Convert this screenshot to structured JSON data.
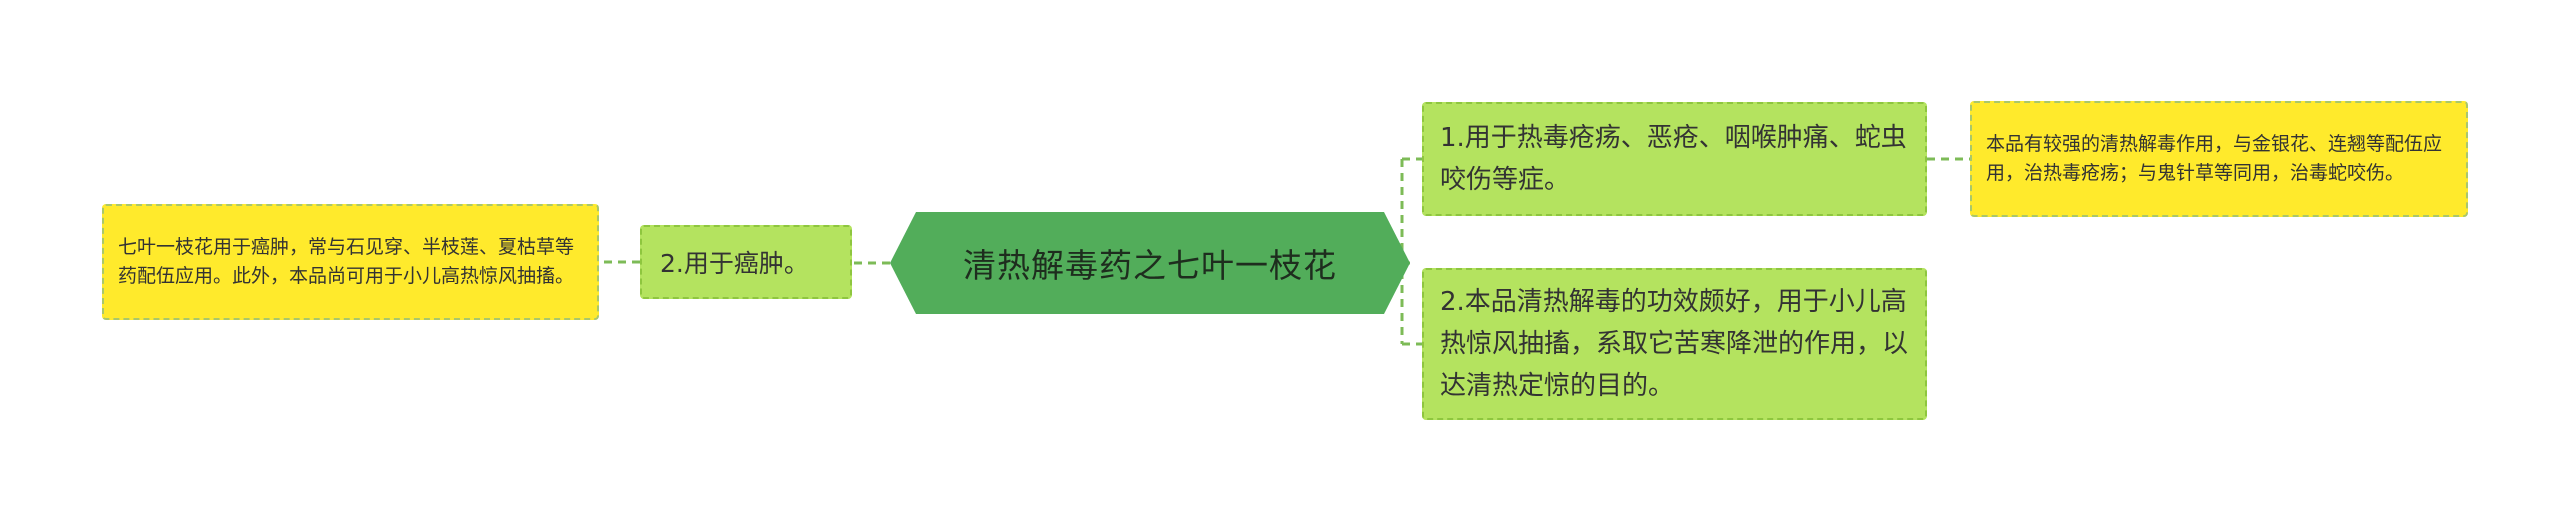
{
  "central": {
    "label": "清热解毒药之七叶一枝花"
  },
  "left": {
    "main_label": "2.用于癌肿。",
    "detail_text": "七叶一枝花用于癌肿，常与石见穿、半枝莲、夏枯草等药配伍应用。此外，本品尚可用于小儿高热惊风抽搐。"
  },
  "right": {
    "item1_label": "1.用于热毒疮疡、恶疮、咽喉肿痛、蛇虫咬伤等症。",
    "item1_detail": "本品有较强的清热解毒作用，与金银花、连翘等配伍应用，治热毒疮疡；与鬼针草等同用，治毒蛇咬伤。",
    "item2_label": "2.本品清热解毒的功效颇好，用于小儿高热惊风抽搐，系取它苦寒降泄的作用，以达清热定惊的目的。"
  },
  "colors": {
    "central_fill": "#52ad5a",
    "branch_fill": "#b4e35f",
    "detail_fill": "#ffea2c",
    "connector": "#7dbb57"
  }
}
